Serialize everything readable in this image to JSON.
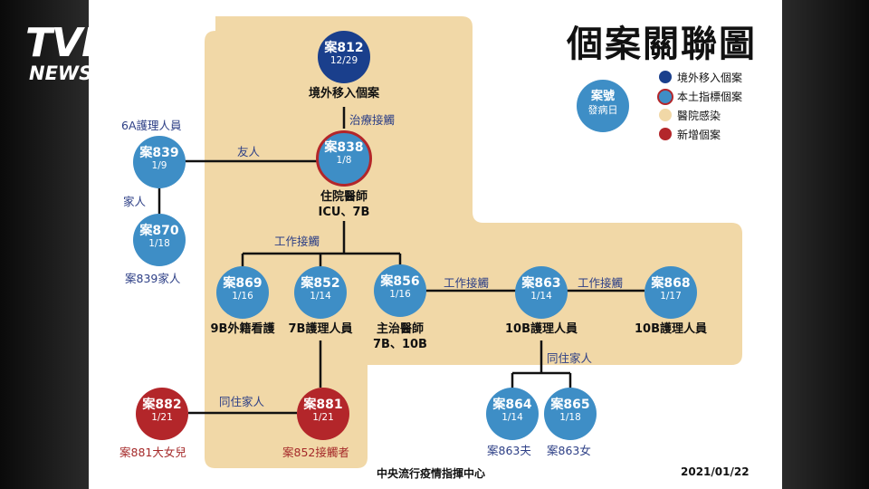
{
  "title": "個案關聯圖",
  "logo": {
    "brand": "TVBS",
    "sub": "NEWS"
  },
  "legend": {
    "sample_id": "案號",
    "sample_date": "發病日",
    "items": [
      {
        "label": "境外移入個案",
        "color": "#1a3f8c"
      },
      {
        "label": "本土指標個案",
        "color": "#3e8ec6"
      },
      {
        "label": "醫院感染",
        "color": "#f1d8a7"
      },
      {
        "label": "新增個案",
        "color": "#b3262a"
      }
    ]
  },
  "nodes": {
    "n812": {
      "id": "案812",
      "date": "12/29",
      "label": "境外移入個案"
    },
    "n838": {
      "id": "案838",
      "date": "1/8",
      "label1": "住院醫師",
      "label2": "ICU、7B"
    },
    "n839": {
      "id": "案839",
      "date": "1/9",
      "above": "6A護理人員"
    },
    "n870": {
      "id": "案870",
      "date": "1/18",
      "below": "案839家人"
    },
    "n869": {
      "id": "案869",
      "date": "1/16",
      "label": "9B外籍看護"
    },
    "n852": {
      "id": "案852",
      "date": "1/14",
      "label": "7B護理人員"
    },
    "n856": {
      "id": "案856",
      "date": "1/16",
      "label1": "主治醫師",
      "label2": "7B、10B"
    },
    "n863": {
      "id": "案863",
      "date": "1/14",
      "label": "10B護理人員"
    },
    "n868": {
      "id": "案868",
      "date": "1/17",
      "label": "10B護理人員"
    },
    "n864": {
      "id": "案864",
      "date": "1/14",
      "below": "案863夫"
    },
    "n865": {
      "id": "案865",
      "date": "1/18",
      "below": "案863女"
    },
    "n882": {
      "id": "案882",
      "date": "1/21",
      "below": "案881大女兒"
    },
    "n881": {
      "id": "案881",
      "date": "1/21",
      "below": "案852接觸者"
    }
  },
  "relations": {
    "r812_838": "治療接觸",
    "r839_838": "友人",
    "r839_870": "家人",
    "r838_tree": "工作接觸",
    "r856_863": "工作接觸",
    "r863_868": "工作接觸",
    "r863_family": "同住家人",
    "r882_881": "同住家人"
  },
  "footer": {
    "agency": "中央流行疫情指揮中心",
    "date": "2021/01/22"
  }
}
